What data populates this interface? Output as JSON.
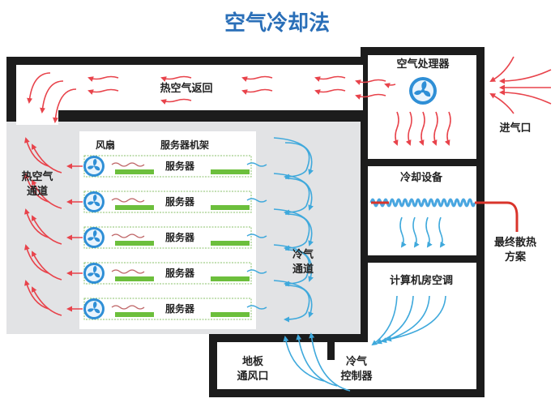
{
  "title": "空气冷却法",
  "labels": {
    "air_handler": "空气处理器",
    "hot_air_return": "热空气返回",
    "air_inlet": "进气口",
    "fan": "风扇",
    "server_rack": "服务器机架",
    "hot_aisle": [
      "热空气",
      "通道"
    ],
    "cooling_equipment": "冷却设备",
    "final_heat_rejection": [
      "最终散热",
      "方案"
    ],
    "cold_aisle": [
      "冷气",
      "通道"
    ],
    "crac": "计算机房空调",
    "floor_vent": [
      "地板",
      "通风口"
    ],
    "cold_air_controller": [
      "冷气",
      "控制器"
    ],
    "servers": [
      "服务器",
      "服务器",
      "服务器",
      "服务器",
      "服务器"
    ]
  },
  "colors": {
    "title": "#2a6fb8",
    "duct_dark": "#1a1a1a",
    "room_gray": "#e2e3e5",
    "hot_arrow": "#e8434b",
    "cold_arrow": "#3fa9dc",
    "server_bar": "#6cbf3c",
    "fan_blue": "#2f8fd6",
    "coil_red": "#d9342b",
    "coil_blue": "#49a6e0"
  }
}
